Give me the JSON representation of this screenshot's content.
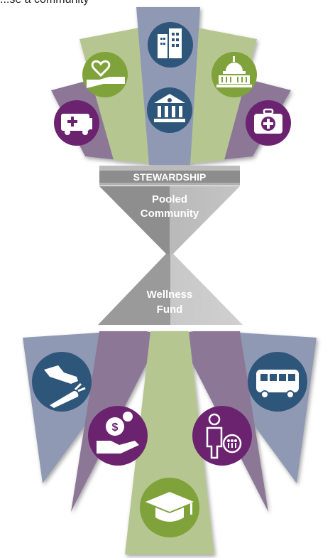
{
  "header_fragment": "...se a community",
  "labels": {
    "stewardship": "STEWARDSHIP",
    "pooled_line1": "Pooled",
    "pooled_line2": "Community",
    "wellness_line1": "Wellness",
    "wellness_line2": "Fund"
  },
  "colors": {
    "purple": "#8f7b99",
    "green": "#b8c98a",
    "slate": "#8f99b3",
    "icon_green": "#7fa33a",
    "icon_navy": "#2e557a",
    "icon_purple": "#6b2370",
    "band_gray": "#8d8d8d"
  },
  "top_icons": [
    "ambulance-icon",
    "hand-heart-icon",
    "office-building-icon",
    "bank-icon",
    "capitol-icon",
    "medical-kit-icon"
  ],
  "bottom_icons": [
    "sneaker-carrot-icon",
    "money-hand-icon",
    "graduation-cap-icon",
    "person-group-icon",
    "bus-icon"
  ]
}
